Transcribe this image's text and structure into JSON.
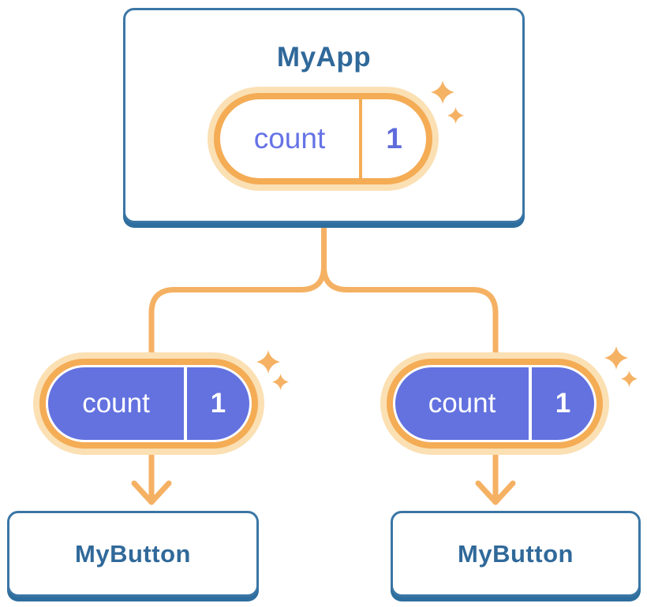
{
  "tree": {
    "root": {
      "title": "MyApp",
      "state": {
        "label": "count",
        "value": "1"
      }
    },
    "children": [
      {
        "title": "MyButton",
        "state": {
          "label": "count",
          "value": "1"
        }
      },
      {
        "title": "MyButton",
        "state": {
          "label": "count",
          "value": "1"
        }
      }
    ]
  },
  "colors": {
    "card_border": "#3A76A5",
    "card_shadow": "#2E6E9E",
    "card_title_text": "#30699A",
    "connector_orange": "#F5B163",
    "pill_ring_orange": "#F4AC55",
    "pill_glow_peach": "#FBE0B4",
    "pill_purple_fill": "#6372DF",
    "pill_purple_text": "#6673E6",
    "sparkle_orange": "#F5B264",
    "background": "#FFFFFF"
  },
  "icons": {
    "sparkle": "four-point-star"
  }
}
